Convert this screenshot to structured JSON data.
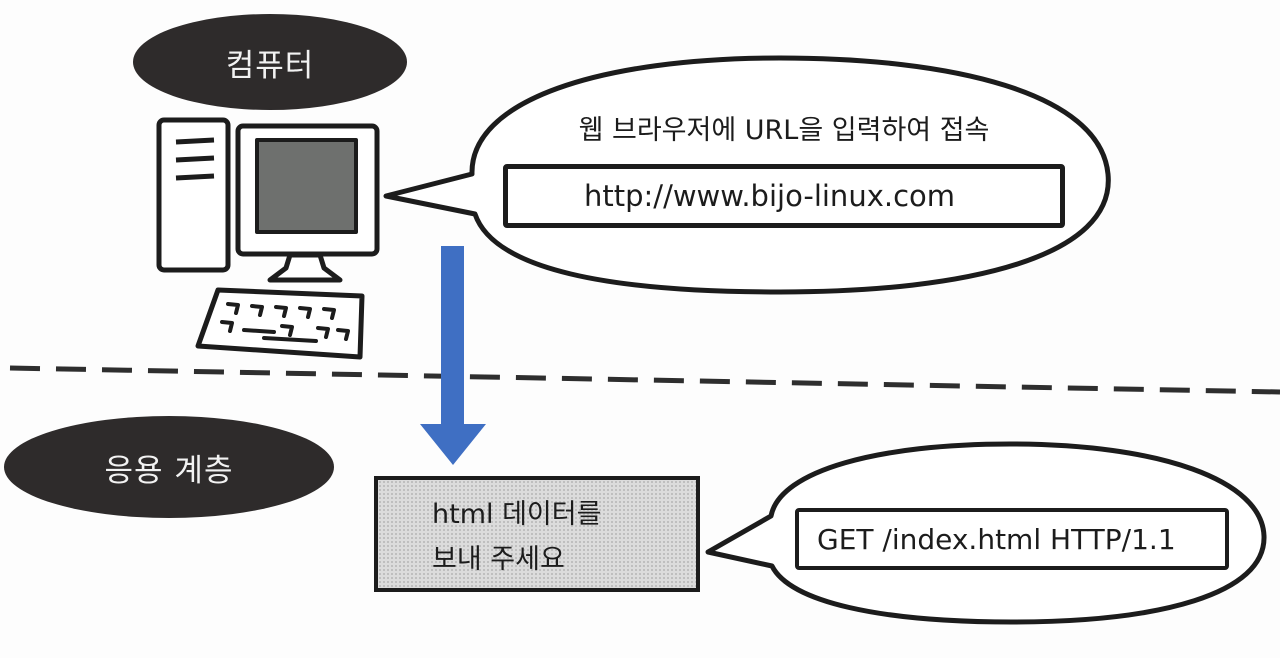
{
  "labels": {
    "computer": "컴퓨터",
    "app_layer": "응용 계층"
  },
  "browser_bubble": {
    "instruction": "웹 브라우저에 URL을 입력하여 접속",
    "url": "http://www.bijo-linux.com"
  },
  "request": {
    "line1": "html 데이터를",
    "line2": "보내 주세요",
    "http_line": "GET /index.html HTTP/1.1"
  },
  "colors": {
    "arrow": "#3f6fc3",
    "label_bg": "#2e2b2b",
    "ink": "#1c1c1c",
    "screen": "#6e706e",
    "request_box_fill": "#dcdcdc"
  }
}
